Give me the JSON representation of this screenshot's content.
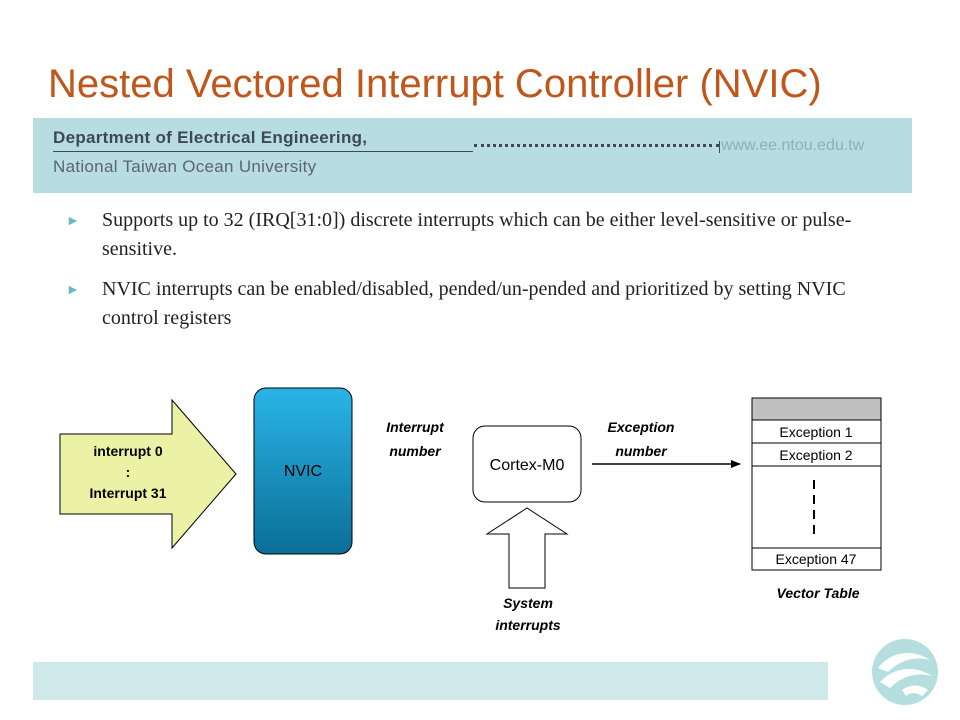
{
  "slide": {
    "title": "Nested Vectored Interrupt Controller (NVIC)",
    "department": "Department of Electrical Engineering,",
    "university": "National Taiwan Ocean University",
    "url": "www.ee.ntou.edu.tw"
  },
  "bullets": [
    "Supports up to 32 (IRQ[31:0]) discrete interrupts which can be either level-sensitive or pulse-sensitive.",
    "NVIC interrupts can be enabled/disabled, pended/un-pended and prioritized by setting NVIC control registers"
  ],
  "diagram": {
    "input_arrow": {
      "line1": "interrupt 0",
      "line2": ":",
      "line3": "Interrupt 31"
    },
    "nvic": "NVIC",
    "interrupt_number": {
      "line1": "Interrupt",
      "line2": "number"
    },
    "cortex": "Cortex-M0",
    "exception_number": {
      "line1": "Exception",
      "line2": "number"
    },
    "system_interrupts": {
      "line1": "System",
      "line2": "interrupts"
    },
    "vector_table": {
      "rows": [
        "Exception 1",
        "Exception 2",
        "Exception 47"
      ],
      "caption": "Vector Table"
    },
    "colors": {
      "arrow_fill": "#ebf2a6",
      "nvic_top": "#2ab4e8",
      "nvic_bottom": "#0a6f96"
    }
  }
}
